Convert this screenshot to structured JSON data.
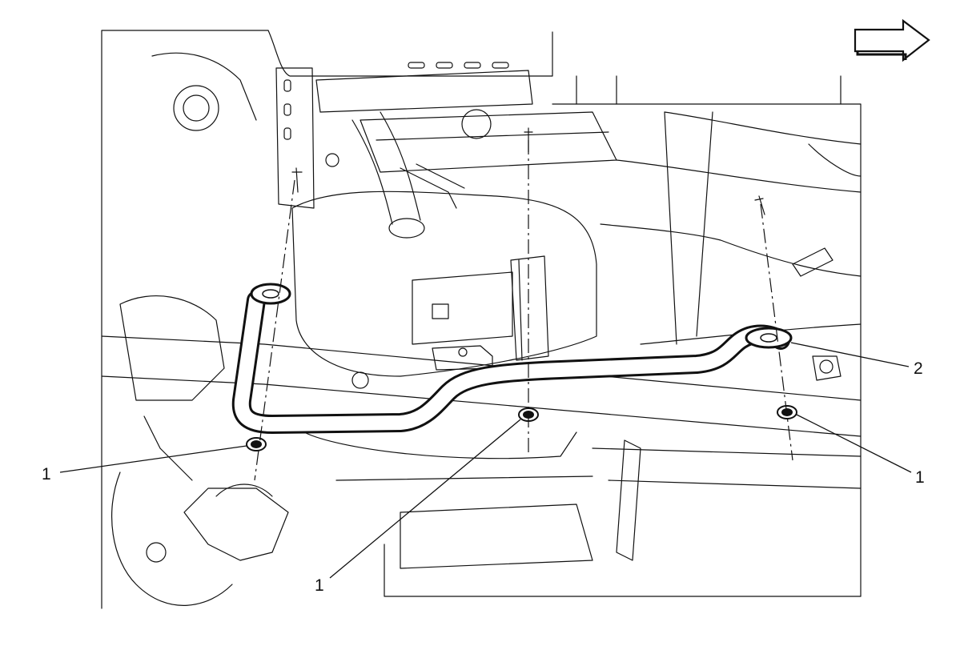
{
  "diagram": {
    "callouts": {
      "c1_left": "1",
      "c1_bottom": "1",
      "c1_right": "1",
      "c2": "2"
    },
    "icons": {
      "direction": "arrow-right-outline-icon"
    },
    "colors": {
      "line": "#111111",
      "background": "#ffffff"
    }
  }
}
